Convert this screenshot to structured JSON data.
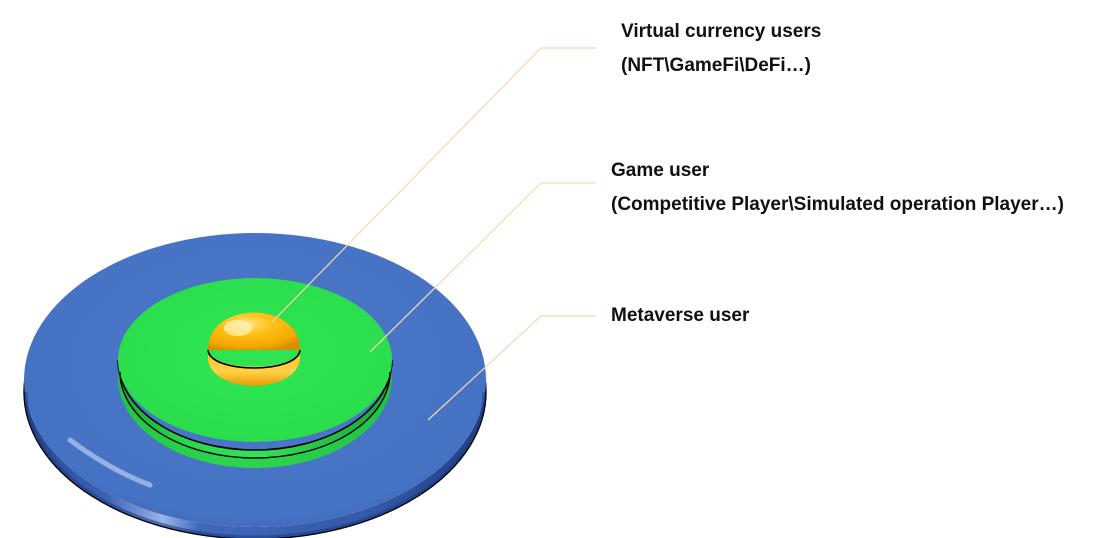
{
  "layers": [
    {
      "id": "virtual",
      "title": "Virtual currency users",
      "subtitle": "(NFT\\GameFi\\DeFi…)",
      "color": "#FFB000"
    },
    {
      "id": "game",
      "title": "Game user",
      "subtitle": "(Competitive Player\\Simulated operation Player…)",
      "color": "#2BE04B"
    },
    {
      "id": "metaverse",
      "title": "Metaverse user",
      "color": "#4472C4"
    }
  ],
  "leader_line_color": "#F8D8B0"
}
